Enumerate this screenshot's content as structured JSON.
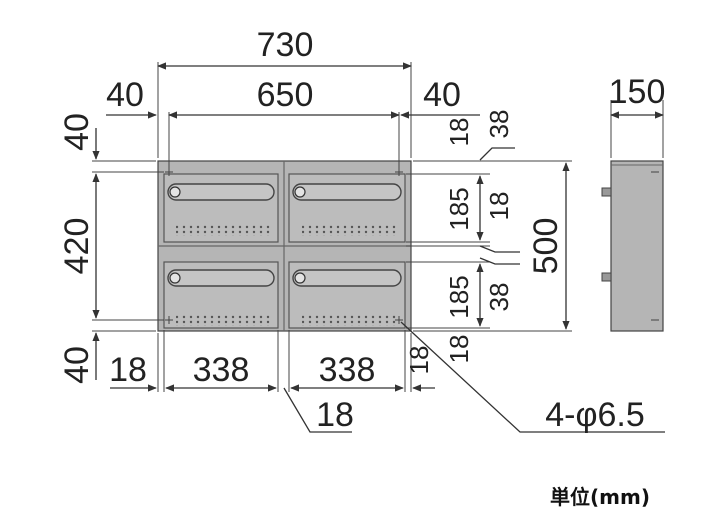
{
  "drawing": {
    "front_labels": {
      "total_width": "730",
      "inner_width": "650",
      "side_left": "40",
      "side_right": "40",
      "total_height": "500",
      "inner_height": "420",
      "top_margin": "40",
      "bottom_margin": "40",
      "frame_top": "18",
      "gap_top": "38",
      "box_height_upper": "185",
      "box_height_lower": "185",
      "divider": "18",
      "gap_lower": "38",
      "frame_bottom": "18",
      "left_post": "18",
      "box_width_left": "338",
      "box_width_right": "338",
      "right_post": "18",
      "center_post": "18",
      "holes": "4-φ6.5"
    },
    "side_labels": {
      "depth": "150"
    },
    "unit_label": "単位(mm)"
  },
  "colors": {
    "panel": "#b3b3b3",
    "panel_dark": "#9a9a9a",
    "line": "#333333"
  }
}
